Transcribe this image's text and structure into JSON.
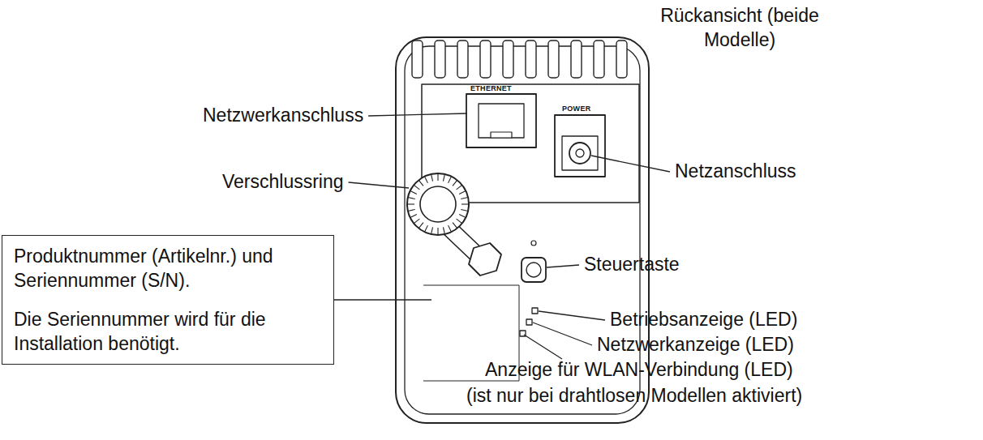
{
  "diagram": {
    "nodes": [
      {
        "text": [
          "Produktnummer (Artikelnr.) und Seriennummer (S/N).",
          "Die Seriennummer wird für die Installation benötigt."
        ]
      }
    ],
    "labels": [
      "Rückansicht (beide Modelle)",
      "Netzwerkanschluss",
      "Verschlussring",
      "Netzanschluss",
      "Steuertaste",
      "Betriebsanzeige (LED)",
      "Netzwerkanzeige (LED)",
      "Anzeige für WLAN-Verbindung (LED)",
      "(ist nur bei drahtlosen Modellen aktiviert)",
      "ETHERNET",
      "POWER"
    ]
  }
}
